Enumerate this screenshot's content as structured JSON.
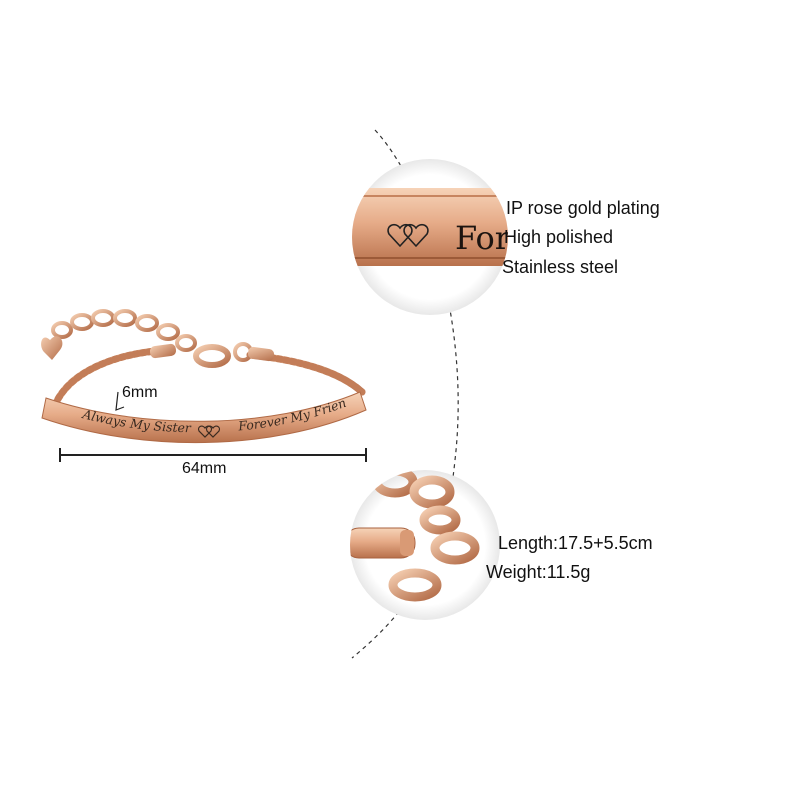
{
  "engraving": {
    "text_left": "Always My Sister",
    "text_right": "Forever My Friend",
    "closeup_word": "For"
  },
  "dimensions": {
    "height": "6mm",
    "width": "64mm"
  },
  "specs_top": [
    "IP rose gold plating",
    "High polished",
    "Stainless steel"
  ],
  "specs_bottom": [
    "Length:17.5+5.5cm",
    "Weight:11.5g"
  ],
  "colors": {
    "rose_gold_light": "#f3c9ab",
    "rose_gold_mid": "#d99a75",
    "rose_gold_dark": "#a8623f",
    "dashed_line": "#333333"
  }
}
